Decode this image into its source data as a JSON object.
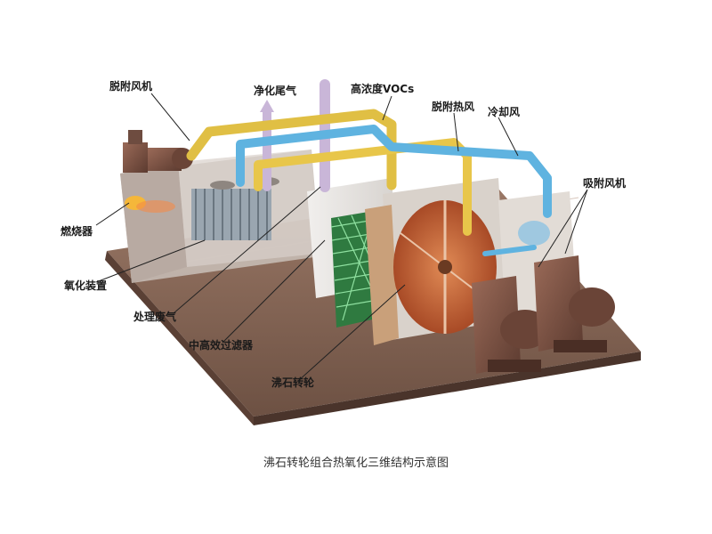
{
  "labels": {
    "desorption_fan": "脱附风机",
    "purified_exhaust": "净化尾气",
    "high_conc_vocs": "高浓度VOCs",
    "desorption_hot_air": "脱附热风",
    "cooling_air": "冷却风",
    "adsorption_fan": "吸附风机",
    "burner": "燃烧器",
    "oxidation_device": "氧化装置",
    "treated_exhaust": "处理废气",
    "medium_high_filter": "中高效过滤器",
    "zeolite_rotor": "沸石转轮"
  },
  "caption": "沸石转轮组合热氧化三维结构示意图",
  "colors": {
    "frame": "#8a6a58",
    "frame_dark": "#5e463a",
    "panel": "#e8e6e4",
    "duct_yellow": "#e8c64a",
    "duct_blue": "#5fb3e0",
    "duct_purple": "#c9b6d8",
    "rotor": "#c8643a",
    "filter_green": "#58b86a",
    "machine": "#7a5446"
  }
}
